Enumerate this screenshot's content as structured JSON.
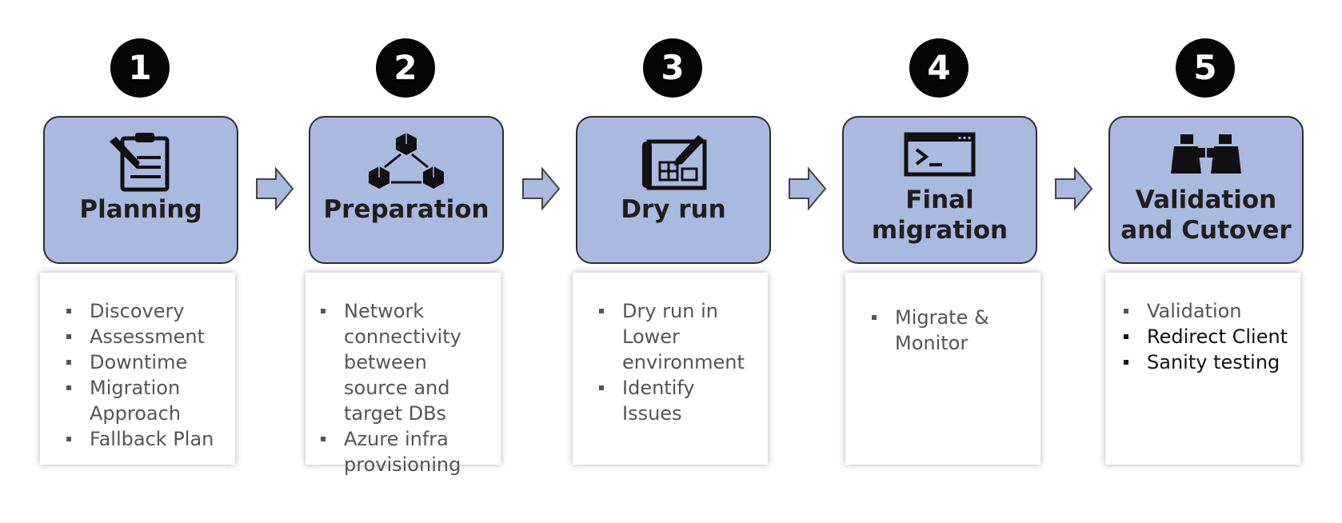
{
  "steps": [
    {
      "number": "1",
      "icon": "clipboard-icon",
      "title": [
        "Planning"
      ],
      "items": [
        "Discovery",
        "Assessment",
        "Downtime",
        "Migration Approach",
        "Fallback Plan"
      ]
    },
    {
      "number": "2",
      "icon": "connected-cubes-icon",
      "title": [
        "Preparation"
      ],
      "items": [
        "Network connectivity between source and target DBs",
        "Azure infra provisioning"
      ]
    },
    {
      "number": "3",
      "icon": "blueprint-icon",
      "title": [
        "Dry run"
      ],
      "items": [
        "Dry run in Lower environment",
        "Identify Issues"
      ]
    },
    {
      "number": "4",
      "icon": "terminal-icon",
      "title": [
        "Final",
        "migration"
      ],
      "items": [
        "Migrate & Monitor"
      ]
    },
    {
      "number": "5",
      "icon": "binoculars-icon",
      "title": [
        "Validation",
        "and Cutover"
      ],
      "items": [
        "Validation",
        "Redirect Client",
        "Sanity testing"
      ]
    }
  ],
  "colors": {
    "header_fill": "#aab9df",
    "header_border": "#2e2e2e",
    "badge": "#050505",
    "arrow_fill": "#aab9df",
    "arrow_stroke": "#444444",
    "text_muted": "#555555",
    "text_dark": "#111111"
  }
}
